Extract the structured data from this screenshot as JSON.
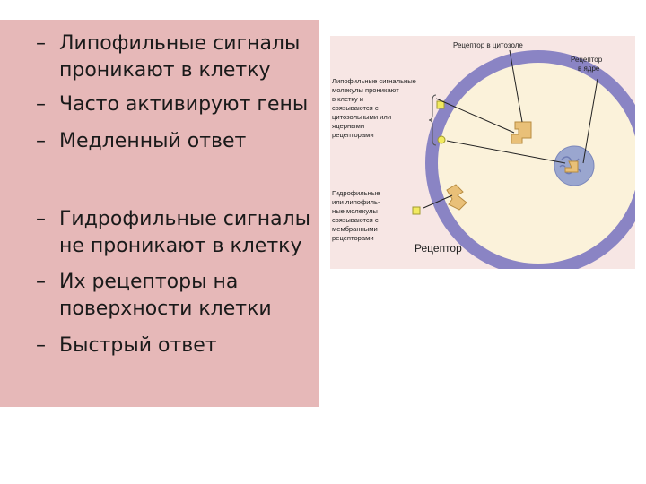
{
  "bullets_top": [
    {
      "dash": "–",
      "lines": [
        "Липофильные сигналы",
        "проникают в клетку"
      ]
    },
    {
      "dash": "–",
      "lines": [
        "Часто активируют гены"
      ]
    },
    {
      "dash": "–",
      "lines": [
        "Медленный ответ"
      ]
    }
  ],
  "bullets_bottom": [
    {
      "dash": "–",
      "lines": [
        "Гидрофильные сигналы",
        "не проникают в клетку"
      ]
    },
    {
      "dash": "–",
      "lines": [
        "Их рецепторы на",
        "поверхности клетки"
      ]
    },
    {
      "dash": "–",
      "lines": [
        "Быстрый ответ"
      ]
    }
  ],
  "diagram": {
    "label_cytosol_receptor": "Рецептор в цитозоле",
    "label_nuclear_receptor": [
      "Рецептор",
      "в ядре"
    ],
    "label_lipophilic": [
      "Липофильные сигнальные",
      "молекулы проникают",
      "в клетку и",
      "связываются с",
      "цитозольными или",
      "ядерными",
      "рецепторами"
    ],
    "label_hydrophilic": [
      "Гидрофильные",
      "или липофиль-",
      "ные молекулы",
      "связываются с",
      "мембранными",
      "рецепторами"
    ],
    "label_receptor": "Рецептор",
    "colors": {
      "background": "#f7e6e4",
      "membrane": "#8a84c4",
      "cytoplasm": "#fbf2da",
      "nucleus": "#9aa6cf",
      "receptor": "#e9c078",
      "ligand": "#f2ea60"
    }
  }
}
